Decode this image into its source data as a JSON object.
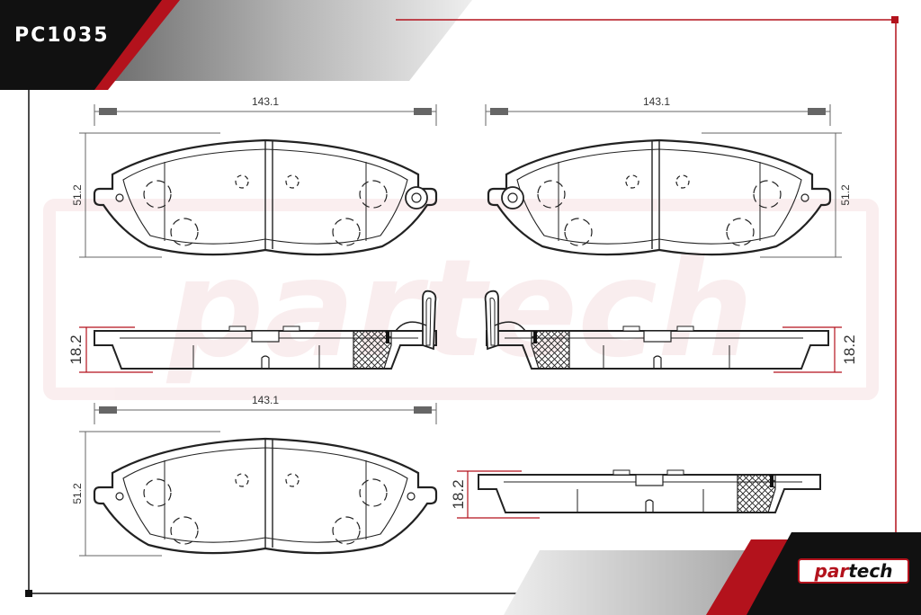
{
  "header": {
    "part_code": "PC1035"
  },
  "dimensions": {
    "top_left": {
      "width": "143.1",
      "height": "51.2",
      "thickness": "18.2"
    },
    "top_right": {
      "width": "143.1",
      "height": "51.2",
      "thickness": "18.2"
    },
    "bottom": {
      "width": "143.1",
      "height": "51.2",
      "thickness": "18.2"
    }
  },
  "brand": {
    "logo_part1": "par",
    "logo_part2": "tech",
    "watermark": "partech"
  },
  "colors": {
    "accent_red": "#b3121c",
    "dark": "#111111",
    "grey": "#8c8c8c"
  }
}
